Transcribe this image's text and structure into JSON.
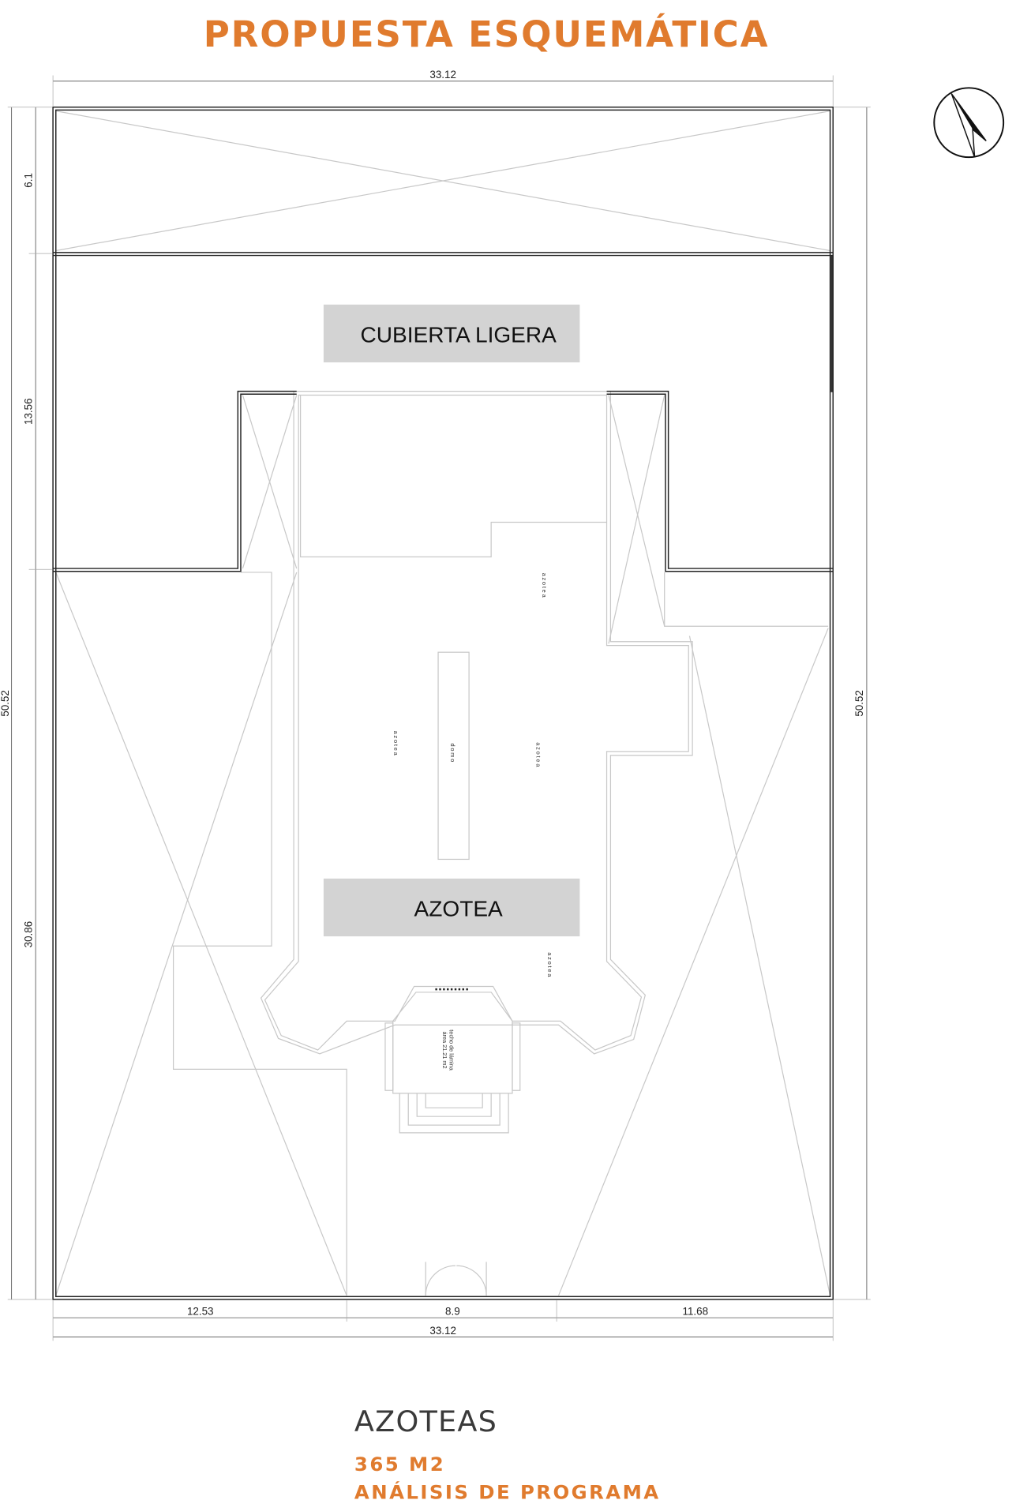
{
  "title": "PROPUESTA ESQUEMÁTICA",
  "colors": {
    "accent": "#E07B2E",
    "label_box": "#D3D3D3",
    "text_dark": "#3a3a3a"
  },
  "plan": {
    "labels": {
      "cubierta": "CUBIERTA LIGERA",
      "azotea": "AZOTEA"
    },
    "room_tags": [
      "azotea",
      "azotea",
      "domo",
      "azotea",
      "azotea"
    ],
    "pavilion_tag_line1": "techo de lámina",
    "pavilion_tag_line2": "área 21.21 m2",
    "compass_icon": "north-arrow"
  },
  "dimensions": {
    "top_total": "33.12",
    "left_segments": [
      "6.1",
      "13.56",
      "30.86"
    ],
    "left_total": "50.52",
    "right_total": "50.52",
    "bottom_segments": [
      "12.53",
      "8.9",
      "11.68"
    ],
    "bottom_total": "33.12"
  },
  "footer": {
    "heading": "AZOTEAS",
    "area": "365 M2",
    "subtitle": "ANÁLISIS DE PROGRAMA"
  }
}
